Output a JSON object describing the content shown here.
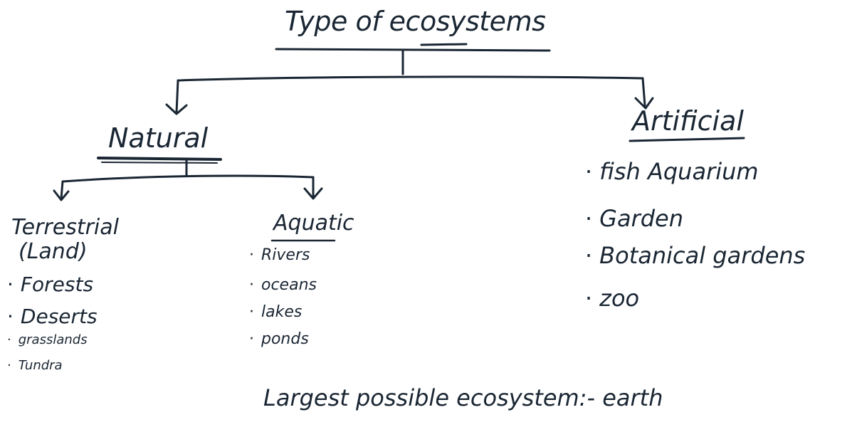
{
  "title": "Type of ecosystems",
  "natural": {
    "label": "Natural",
    "terrestrial": {
      "label": "Terrestrial",
      "sublabel": "(Land)",
      "items": [
        "Forests",
        "Deserts",
        "grasslands",
        "Tundra"
      ]
    },
    "aquatic": {
      "label": "Aquatic",
      "items": [
        "Rivers",
        "oceans",
        "lakes",
        "ponds"
      ]
    }
  },
  "artificial": {
    "label": "Artificial",
    "items": [
      "fish Aquarium",
      "Garden",
      "Botanical gardens",
      "zoo"
    ]
  },
  "bullet": "·",
  "footer": "Largest possible ecosystem:- earth",
  "colors": {
    "ink": "#1a2633",
    "background": "#ffffff"
  }
}
